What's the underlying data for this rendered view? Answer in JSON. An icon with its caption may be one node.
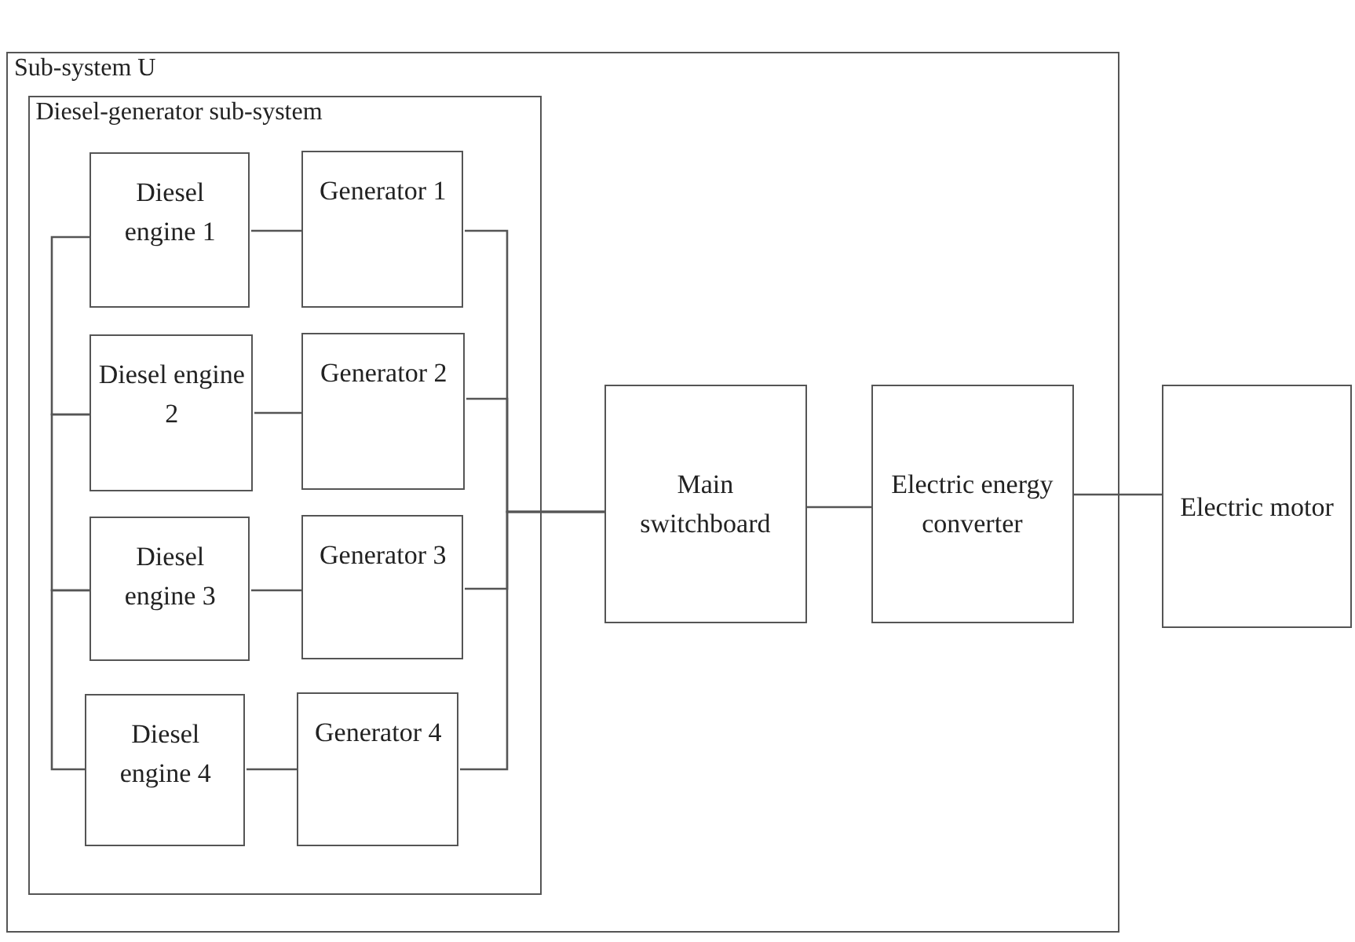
{
  "diagram": {
    "nodes": [
      {
        "text": [
          "Sub-system U"
        ]
      },
      {
        "text": [
          "Diesel-generator sub-system"
        ],
        "in": 0
      },
      {
        "text": [
          "Diesel engine 1"
        ],
        "in": 1
      },
      {
        "text": [
          "Generator 1"
        ],
        "in": 1
      },
      {
        "text": [
          "Diesel engine 2"
        ],
        "in": 1
      },
      {
        "text": [
          "Generator 2"
        ],
        "in": 1
      },
      {
        "text": [
          "Diesel engine 3"
        ],
        "in": 1
      },
      {
        "text": [
          "Generator 3"
        ],
        "in": 1
      },
      {
        "text": [
          "Diesel engine 4"
        ],
        "in": 1
      },
      {
        "text": [
          "Generator 4"
        ],
        "in": 1
      },
      {
        "text": [
          "Main switchboard"
        ],
        "in": 0
      },
      {
        "text": [
          "Electric energy converter"
        ],
        "in": 0
      },
      {
        "text": [
          "Electric motor"
        ]
      }
    ],
    "edges": [
      {
        "from": 2,
        "to": 3,
        "arrow": "none"
      },
      {
        "from": 4,
        "to": 5,
        "arrow": "none"
      },
      {
        "from": 6,
        "to": 7,
        "arrow": "none"
      },
      {
        "from": 8,
        "to": 9,
        "arrow": "none"
      },
      {
        "from": 2,
        "to": 4,
        "arrow": "none"
      },
      {
        "from": 4,
        "to": 6,
        "arrow": "none"
      },
      {
        "from": 6,
        "to": 8,
        "arrow": "none"
      },
      {
        "from": 3,
        "to": 10,
        "arrow": "none"
      },
      {
        "from": 5,
        "to": 10,
        "arrow": "none"
      },
      {
        "from": 7,
        "to": 10,
        "arrow": "none"
      },
      {
        "from": 9,
        "to": 10,
        "arrow": "none"
      },
      {
        "from": 10,
        "to": 11,
        "arrow": "none"
      },
      {
        "from": 11,
        "to": 12,
        "arrow": "none"
      }
    ]
  }
}
